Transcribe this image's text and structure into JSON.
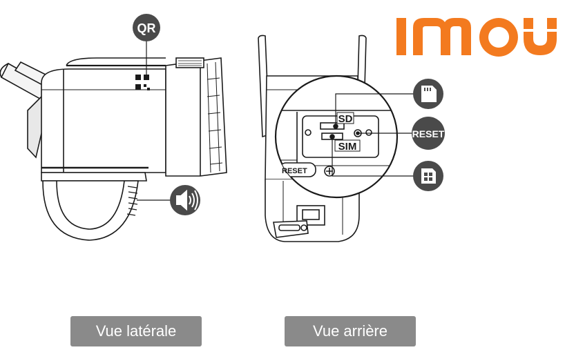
{
  "brand": {
    "name": "IMOU",
    "color": "#f37a1f"
  },
  "badges": {
    "qr": "QR",
    "sd": "SD",
    "sim": "SIM",
    "reset": "RESET",
    "speaker": "speaker-icon",
    "sd_card": "sd-card-icon",
    "sim_card": "sim-card-icon"
  },
  "slot_labels": {
    "sd": "SD",
    "sim": "SIM",
    "reset_port": "RESET"
  },
  "captions": {
    "side_view": "Vue latérale",
    "back_view": "Vue arrière"
  },
  "colors": {
    "badge": "#4a4a4a",
    "caption_bg": "#8a8a8a",
    "line": "#1a1a1a"
  }
}
